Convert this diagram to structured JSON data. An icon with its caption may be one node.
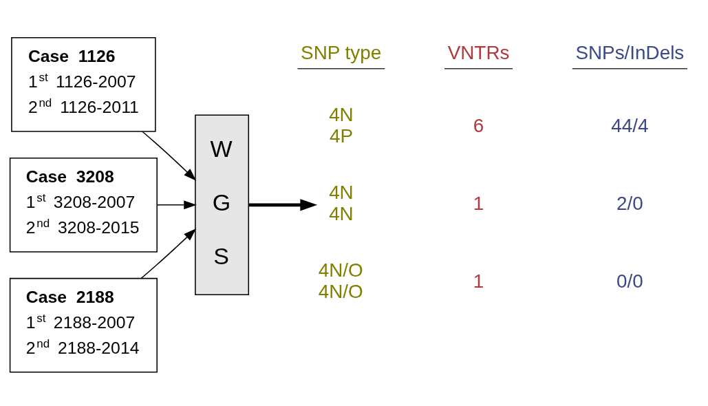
{
  "diagram": {
    "nodes": [
      {
        "text": [
          "Case 1126",
          "1$^{st}$ 1126-2007",
          "2$^{nd}$ 1126-2011"
        ]
      },
      {
        "text": [
          "Case 3208",
          "1$^{st}$ 3208-2007",
          "2$^{nd}$ 3208-2015"
        ]
      },
      {
        "text": [
          "Case 2188",
          "1$^{st}$ 2188-2007",
          "2$^{nd}$ 2188-2014"
        ]
      },
      {
        "text": [
          "W G S"
        ]
      },
      {
        "text": [
          "4N 4N"
        ]
      }
    ],
    "edges": [
      {
        "from": 0,
        "to": 3,
        "arrow": "to"
      },
      {
        "from": 1,
        "to": 3,
        "arrow": "to"
      },
      {
        "from": 2,
        "to": 3,
        "arrow": "to"
      },
      {
        "from": 3,
        "to": 4,
        "arrow": "to",
        "style": "thick"
      }
    ],
    "labels": [
      "SNP type",
      "VNTRs",
      "SNPs/InDels",
      "4N 4P",
      "6",
      "44/4",
      "1",
      "2/0",
      "4N/O 4N/O",
      "1",
      "0/0"
    ]
  }
}
